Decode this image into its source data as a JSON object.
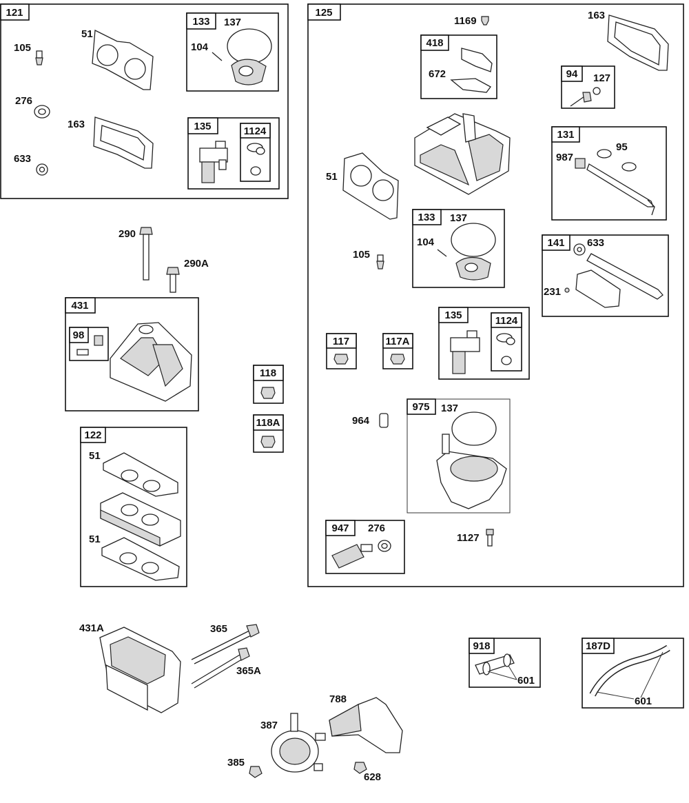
{
  "labels": {
    "g121": "121",
    "g121_51": "51",
    "g121_105": "105",
    "g121_276": "276",
    "g121_163": "163",
    "g121_633": "633",
    "g121_133": "133",
    "g121_133_137": "137",
    "g121_133_104": "104",
    "g121_135": "135",
    "g121_135_1124": "1124",
    "p290": "290",
    "p290A": "290A",
    "g431": "431",
    "g431_98": "98",
    "p118": "118",
    "p118A": "118A",
    "g122": "122",
    "g122_51a": "51",
    "g122_51b": "51",
    "g125": "125",
    "g125_1169": "1169",
    "g125_163": "163",
    "g418": "418",
    "g418_672": "672",
    "g94": "94",
    "g94_127": "127",
    "g131": "131",
    "g131_95": "95",
    "g131_987": "987",
    "g125_51": "51",
    "g125_133": "133",
    "g125_133_137": "137",
    "g125_133_104": "104",
    "g125_105": "105",
    "g141": "141",
    "g141_633": "633",
    "g141_231": "231",
    "p117": "117",
    "p117A": "117A",
    "g125_135": "135",
    "g125_135_1124": "1124",
    "g975": "975",
    "g975_137": "137",
    "g125_964": "964",
    "g947": "947",
    "g947_276": "276",
    "g125_1127": "1127",
    "p431A": "431A",
    "p365": "365",
    "p365A": "365A",
    "p788": "788",
    "p387": "387",
    "p385": "385",
    "p628": "628",
    "g918": "918",
    "g918_601": "601",
    "g187D": "187D",
    "g187D_601": "601"
  },
  "colors": {
    "line": "#111111",
    "shade": "#d8d8d8",
    "background": "#ffffff"
  }
}
